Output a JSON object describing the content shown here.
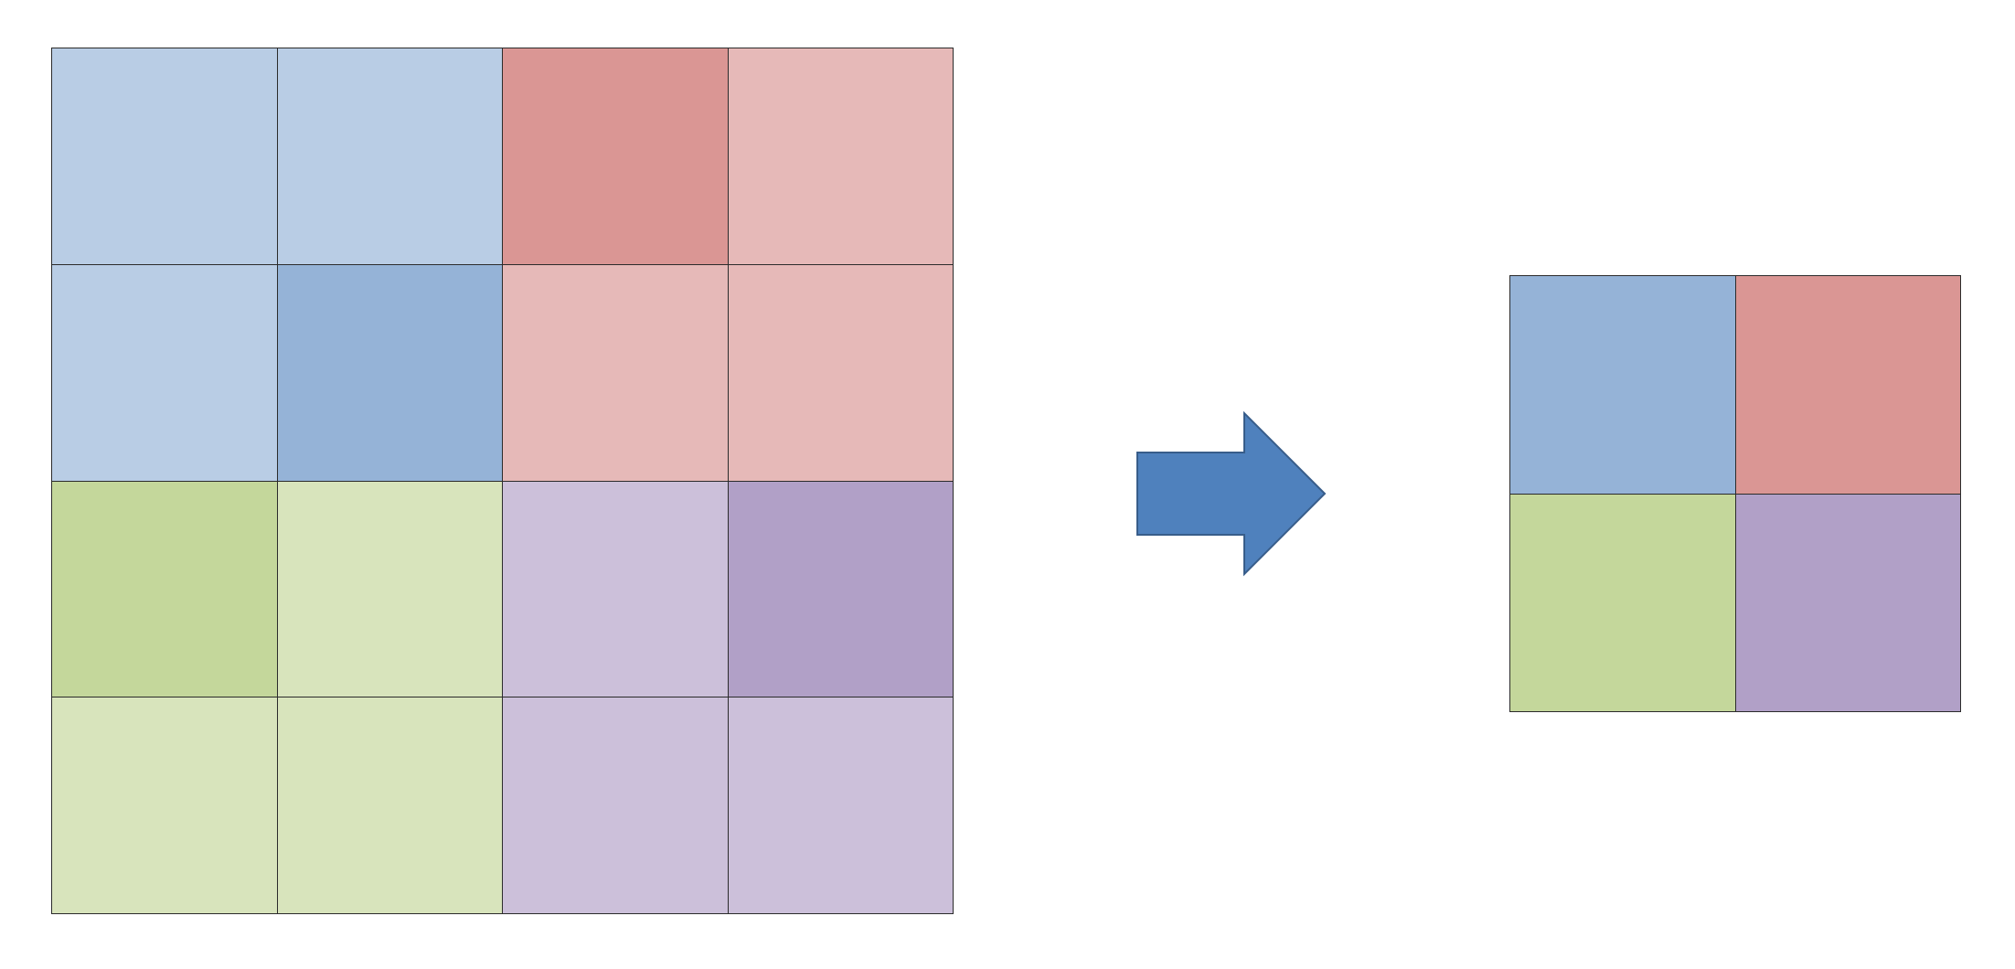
{
  "colors": {
    "blue_light": "#b9cde5",
    "blue_dark": "#95b3d7",
    "red_dark": "#da9694",
    "red_light": "#e6b9b8",
    "green_dark": "#c4d79b",
    "green_light": "#d8e4bc",
    "purple_light": "#ccc0da",
    "purple_dark": "#b1a0c7",
    "arrow_fill": "#4f81bd",
    "arrow_stroke": "#385d8a",
    "grid_line": "#2b2b2b"
  },
  "input_grid": {
    "rows": 4,
    "cols": 4,
    "cells": [
      [
        "blue_light",
        "blue_light",
        "red_dark",
        "red_light"
      ],
      [
        "blue_light",
        "blue_dark",
        "red_light",
        "red_light"
      ],
      [
        "green_dark",
        "green_light",
        "purple_light",
        "purple_dark"
      ],
      [
        "green_light",
        "green_light",
        "purple_light",
        "purple_light"
      ]
    ]
  },
  "output_grid": {
    "rows": 2,
    "cols": 2,
    "cells": [
      [
        "blue_dark",
        "red_dark"
      ],
      [
        "green_dark",
        "purple_dark"
      ]
    ]
  },
  "arrow": {
    "direction": "right",
    "icon": "right-arrow-icon"
  }
}
